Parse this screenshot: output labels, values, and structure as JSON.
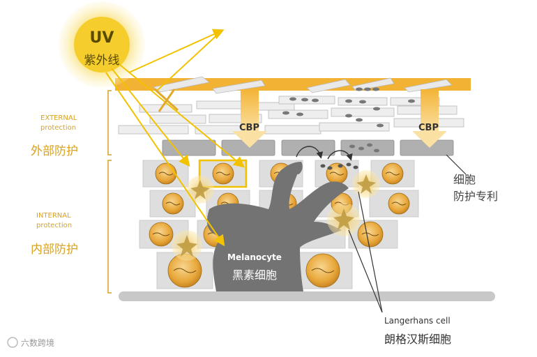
{
  "uv": {
    "title": "UV",
    "subtitle": "紫外线"
  },
  "external": {
    "en_line1": "EXTERNAL",
    "en_line2": "protection",
    "cn": "外部防护"
  },
  "internal": {
    "en_line1": "INTERNAL",
    "en_line2": "protection",
    "cn": "内部防护"
  },
  "cbp_labels": [
    "CBP",
    "CBP"
  ],
  "melanocyte": {
    "en": "Melanocyte",
    "cn": "黑素细胞"
  },
  "cell_protection": {
    "line1": "细胞",
    "line2": "防护专利"
  },
  "langerhans": {
    "en": "Langerhans cell",
    "cn": "朗格汉斯细胞"
  },
  "watermark": "六数跨境",
  "colors": {
    "accent": "#f2b233",
    "uv_glow": "#fbe27a",
    "ray": "#f2c200",
    "cell_grey": "#cfcfcf",
    "melanocyte": "#737373",
    "text_accent": "#d9a21f"
  }
}
